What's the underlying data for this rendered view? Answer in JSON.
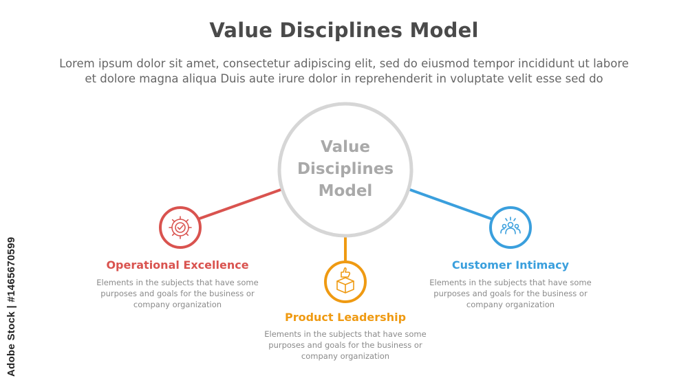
{
  "header": {
    "title": "Value Disciplines Model",
    "subtitle_line1": "Lorem ipsum dolor sit amet, consectetur adipiscing elit, sed do eiusmod tempor incididunt ut labore",
    "subtitle_line2": "et dolore magna aliqua Duis aute irure dolor in reprehenderit in voluptate velit esse sed do"
  },
  "center": {
    "line1": "Value",
    "line2": "Disciplines",
    "line3": "Model",
    "ring_color": "#d6d6d6"
  },
  "nodes": [
    {
      "label": "Operational Excellence",
      "color": "#d9534f",
      "icon": "gear-check-icon",
      "desc_line1": "Elements in the subjects that have some",
      "desc_line2": "purposes and goals for the business or",
      "desc_line3": "company organization"
    },
    {
      "label": "Product Leadership",
      "color": "#ef9a12",
      "icon": "box-thumbs-up-icon",
      "desc_line1": "Elements in the subjects that have some",
      "desc_line2": "purposes and goals for the business or",
      "desc_line3": "company organization"
    },
    {
      "label": "Customer Intimacy",
      "color": "#3a9fdd",
      "icon": "customer-group-icon",
      "desc_line1": "Elements in the subjects that have some",
      "desc_line2": "purposes and goals for the business or",
      "desc_line3": "company organization"
    }
  ],
  "watermark": {
    "credit": "Adobe Stock | #1465670599"
  }
}
